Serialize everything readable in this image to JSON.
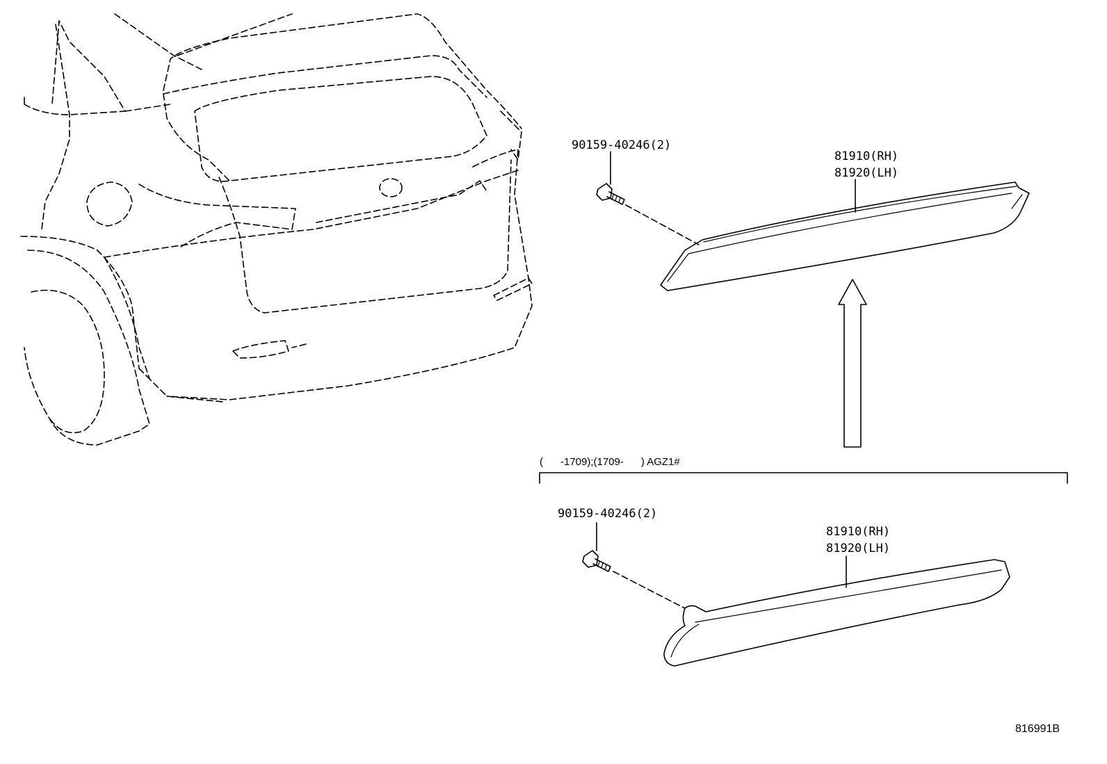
{
  "upper_group": {
    "screw_label": "90159-40246(2)",
    "reflector_rh": "81910(RH)",
    "reflector_lh": "81920(LH)"
  },
  "lower_group": {
    "applicability": "(      -1709);(1709-      ) AGZ1#",
    "screw_label": "90159-40246(2)",
    "reflector_rh": "81910(RH)",
    "reflector_lh": "81920(LH)"
  },
  "diagram_id": "816991B"
}
